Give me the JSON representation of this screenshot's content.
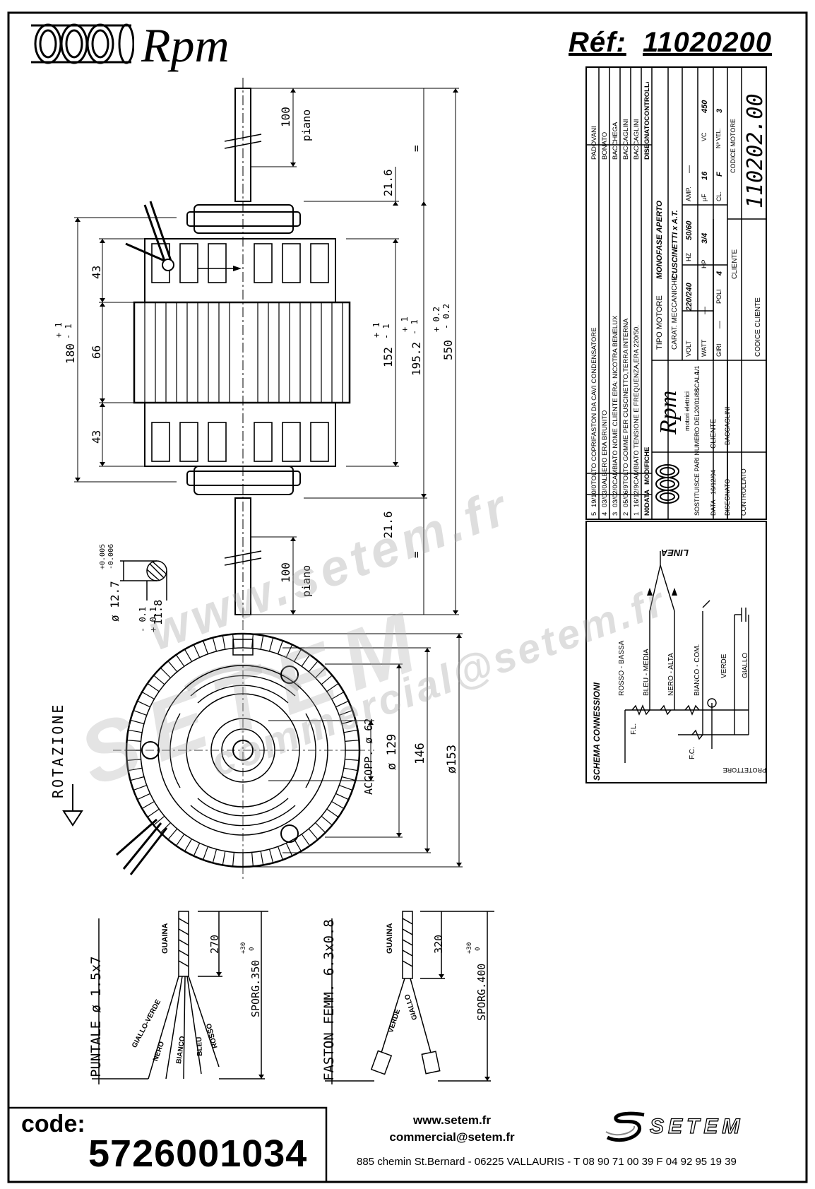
{
  "header": {
    "brand": "Rpm",
    "reference_label": "Réf:",
    "reference_value": "11020200"
  },
  "dimensions": {
    "shaft_top": "100",
    "shaft_bottom": "100",
    "piano_top": "piano",
    "piano_bottom": "piano",
    "shoulder_top": "21.6",
    "shoulder_bottom": "21.6",
    "eq_top": "=",
    "eq_bottom": "=",
    "len_152": "152",
    "len_152_tol_plus": "+ 1",
    "len_152_tol_minus": "- 1",
    "len_1952": "195.2",
    "len_1952_tol_plus": "+ 1",
    "len_1952_tol_minus": "- 1",
    "len_550": "550",
    "len_550_tol_plus": "+ 0.2",
    "len_550_tol_minus": "- 0.2",
    "height_180": "180",
    "height_180_tol_plus": "+ 1",
    "height_180_tol_minus": "- 1",
    "seg_43_top": "43",
    "seg_66": "66",
    "seg_43_bottom": "43",
    "shaft_dia": "ø 12.7",
    "shaft_dia_tol_plus": "+0.005",
    "shaft_dia_tol_minus": "-0.006",
    "flat_118": "11.8",
    "flat_118_tol_plus": "+ 0.1",
    "flat_118_tol_minus": "- 0.1",
    "dia_153": "ø153",
    "dim_146": "146",
    "dia_129": "ø 129",
    "accopp": "ACCOPP. ø 62",
    "rotation": "ROTAZIONE"
  },
  "lead_left": {
    "tip_label": "PUNTALE ø 1.5x7",
    "sheath": "GUAINA",
    "dim_270": "270",
    "sporg": "SPORG.350",
    "sporg_tol_plus": "+30",
    "sporg_tol_minus": "0",
    "wires": [
      "GIALLO-VERDE",
      "NERO",
      "BIANCO",
      "BLEU",
      "ROSSO"
    ]
  },
  "lead_right": {
    "tip_label": "FASTON FEMM. 6.3x0.8",
    "sheath": "GUAINA",
    "dim_320": "320",
    "sporg": "SPORG.400",
    "sporg_tol_plus": "+30",
    "sporg_tol_minus": "0",
    "wires": [
      "VERDE",
      "GIALLO"
    ]
  },
  "title_block": {
    "modifications": [
      {
        "n": "5",
        "date": "19/10/07",
        "text": "TOLTO COPRIFASTON DA CAVI CONDENSATORE",
        "by": "PADOVANI"
      },
      {
        "n": "4",
        "date": "03/03/06",
        "text": "ALBERO ERA BRUNITO",
        "by": "BONATO"
      },
      {
        "n": "3",
        "date": "03/02/06",
        "text": "CAMBIATO NOME CLIENTE ERA: NICOTRA BENELUX",
        "by": "BACCHEGA"
      },
      {
        "n": "2",
        "date": "05/06/97",
        "text": "TOLTO GOMME PER CUSCINETTO,TERRA INTERNA",
        "by": "BACCAGLINI"
      },
      {
        "n": "1",
        "date": "16/12/94",
        "text": "CAMBIATO TENSIONE E FREQUENZA,ERA 220/50.",
        "by": "BACCAGLINI"
      }
    ],
    "mod_header": {
      "n": "N0",
      "date": "DATA",
      "text": "MODIFICHE",
      "drawn": "DISEGNATO",
      "checked": "CONTROLLATO"
    },
    "brand": "Rpm",
    "brand_sub": "motori elettrici",
    "sostituisce_label": "SOSTITUISCE PARI NUMERO DEL",
    "sostituisce_date": "20/01/86",
    "scala_label": "SCALA",
    "scala_val": "1/1",
    "data_label": "DATA",
    "data_val": "16/12/94",
    "cliente_label": "CLIENTE",
    "disegnato_label": "DISEGNATO",
    "disegnato_val": "BACCAGLINI",
    "controllato_label": "CONTROLLATO",
    "codice_cliente_label": "CODICE CLIENTE",
    "tipo_motore_label": "TIPO MOTORE",
    "tipo_motore_val": "MONOFASE APERTO",
    "carat_label": "CARAT. MECCANICHE",
    "carat_val": "CUSCINETTI x A.T.",
    "volt_label": "VOLT",
    "volt_val": "220/240",
    "hz_label": "HZ",
    "hz_val": "50/60",
    "amp_label": "AMP.",
    "amp_val": "—",
    "watt_label": "WATT",
    "watt_val": "—",
    "hp_label": "HP",
    "hp_val": "3/4",
    "uf_label": "µF",
    "uf_val": "16",
    "vc_label": "VC",
    "vc_val": "450",
    "giri_label": "GIRI",
    "giri_val": "—",
    "poli_label": "POLI",
    "poli_val": "4",
    "cl_label": "CL.",
    "cl_val": "F",
    "nvel_label": "Nº VEL.",
    "nvel_val": "3",
    "codice_motore_label": "CODICE MOTORE",
    "codice_motore_val": "110202.00"
  },
  "schema": {
    "title": "SCHEMA CONNESSIONI",
    "linea": "LINEA",
    "labels": [
      "ROSSO - BASSA",
      "BLEU - MEDIA",
      "NERO - ALTA",
      "BIANCO - COM.",
      "VERDE",
      "GIALLO"
    ],
    "fl": "F.L.",
    "fc": "F.C.",
    "protettore": "PROTETTORE"
  },
  "watermark": {
    "line1": "www.setem.fr",
    "line2": "SETEM",
    "line3": "commercial@setem.fr"
  },
  "footer": {
    "code_label": "code:",
    "code_value": "5726001034",
    "website": "www.setem.fr",
    "email": "commercial@setem.fr",
    "address": "885 chemin St.Bernard  -  06225 VALLAURIS  -  T 08 90 71 00 39   F 04 92 95 19 39",
    "brand": "SETEM"
  }
}
